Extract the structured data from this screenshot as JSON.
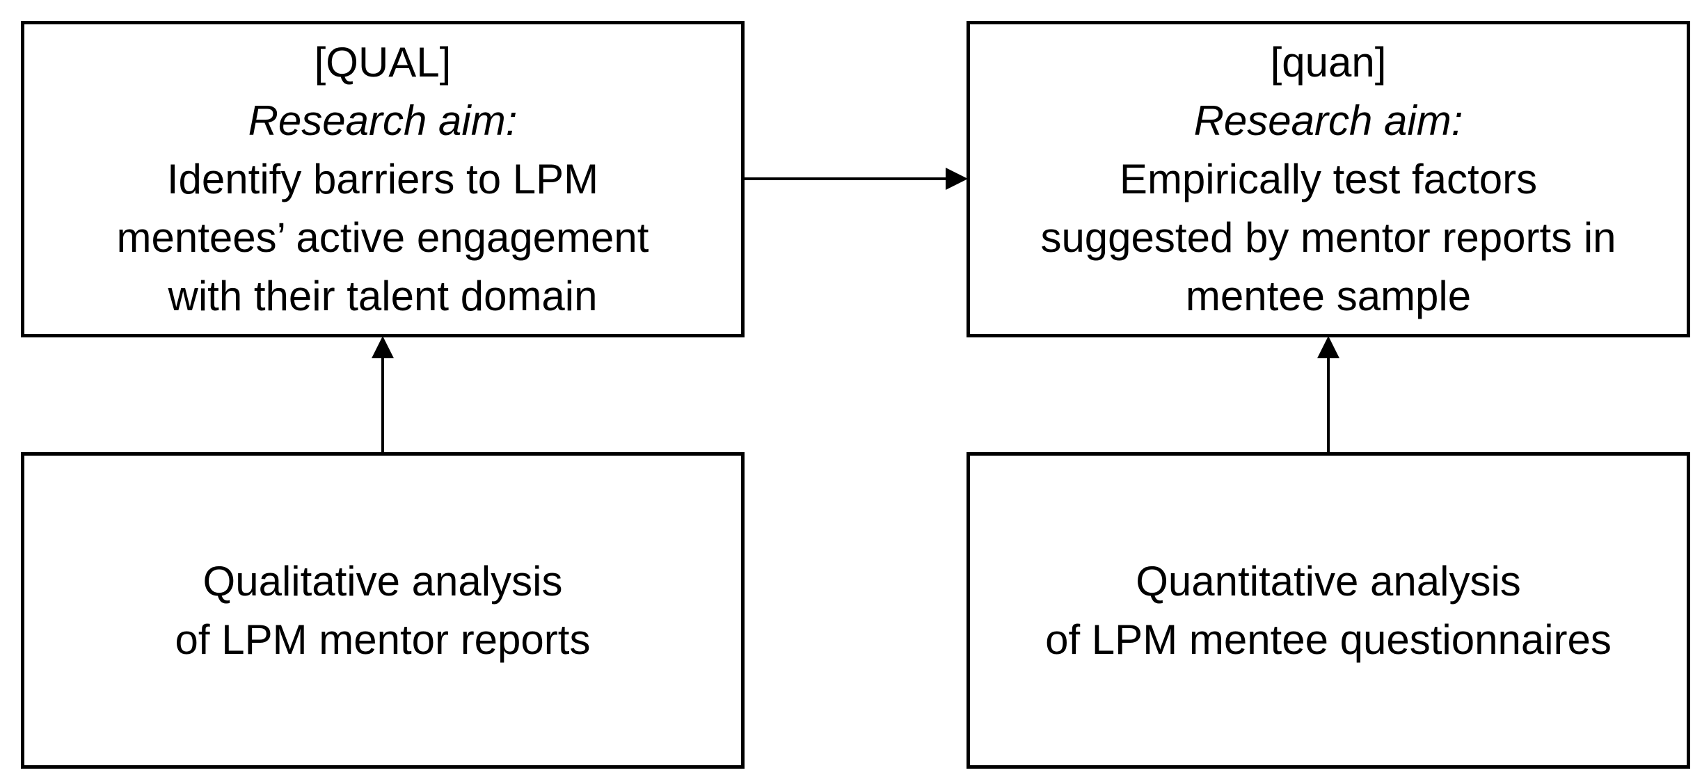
{
  "qual_aim_box": {
    "tag": "[QUAL]",
    "aim_label": "Research aim:",
    "line1": "Identify barriers to LPM",
    "line2": "mentees’ active engagement",
    "line3": "with their talent domain"
  },
  "quan_aim_box": {
    "tag": "[quan]",
    "aim_label": "Research aim:",
    "line1": "Empirically test factors",
    "line2": "suggested by mentor reports in",
    "line3": "mentee sample"
  },
  "qual_source_box": {
    "line1": "Qualitative analysis",
    "line2": "of LPM mentor reports"
  },
  "quan_source_box": {
    "line1": "Quantitative analysis",
    "line2": "of LPM mentee questionnaires"
  },
  "colors": {
    "stroke": "#000000",
    "background": "#ffffff"
  }
}
